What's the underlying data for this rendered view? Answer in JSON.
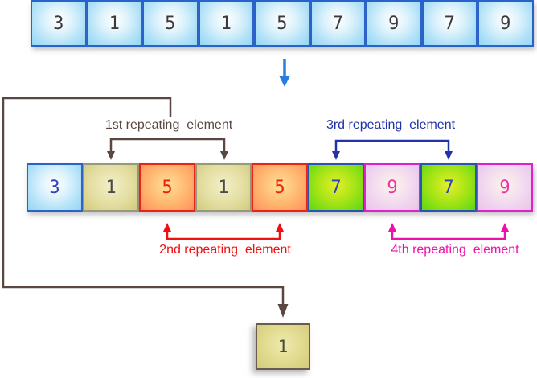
{
  "original_row": {
    "cells": [
      "3",
      "1",
      "5",
      "1",
      "5",
      "7",
      "9",
      "7",
      "9"
    ]
  },
  "transform_arrow": {
    "icon": "down-arrow",
    "color": "#2a7de0"
  },
  "annotated_row": {
    "cells": [
      {
        "value": "3",
        "palette": "blue"
      },
      {
        "value": "1",
        "palette": "khaki"
      },
      {
        "value": "5",
        "palette": "orange"
      },
      {
        "value": "1",
        "palette": "khaki"
      },
      {
        "value": "5",
        "palette": "orange"
      },
      {
        "value": "7",
        "palette": "green"
      },
      {
        "value": "9",
        "palette": "pink"
      },
      {
        "value": "7",
        "palette": "green"
      },
      {
        "value": "9",
        "palette": "pink"
      }
    ]
  },
  "annotations": {
    "first": {
      "label": "1st repeating  element",
      "color": "#5a4741"
    },
    "second": {
      "label": "2nd repeating  element",
      "color": "#ee1111"
    },
    "third": {
      "label": "3rd repeating  element",
      "color": "#2233aa"
    },
    "fourth": {
      "label": "4th repeating  element",
      "color": "#ee11a8"
    }
  },
  "result": {
    "value": "1"
  }
}
